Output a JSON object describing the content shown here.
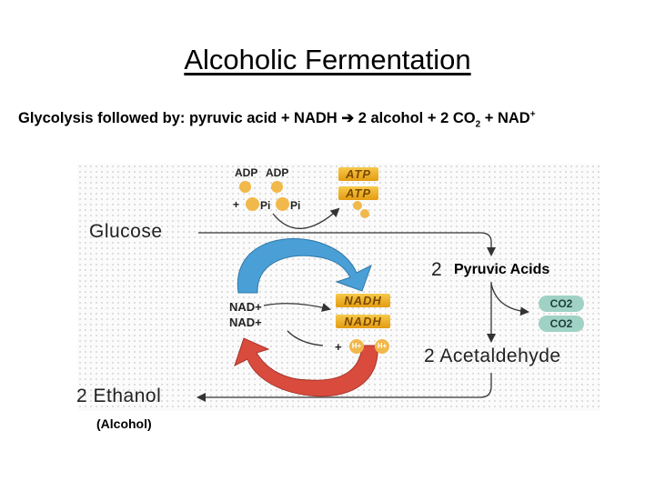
{
  "title": "Alcoholic Fermentation",
  "subtitle": {
    "part1": "Glycolysis followed by: pyruvic acid + NADH",
    "arrow": "➔",
    "part2": " 2 alcohol + 2 CO",
    "co2_sub": "2",
    "part3": " + NAD",
    "nad_sup": "+"
  },
  "diagram": {
    "adp1": "ADP",
    "adp2": "ADP",
    "plus_pi": "+",
    "pi": "Pi",
    "atp": "ATP",
    "glucose": "Glucose",
    "pyruvic_count": "2",
    "pyruvic_label": "Pyruvic Acids",
    "nad_plus": "NAD+",
    "nadh": "NADH",
    "co2": "CO2",
    "plus_h": "+",
    "h_plus": "H+",
    "acetaldehyde": "2 Acetaldehyde",
    "ethanol": "2 Ethanol",
    "alcohol_note": "(Alcohol)"
  },
  "colors": {
    "blue_arrow": "#4a9fd6",
    "red_arrow": "#d94c3d",
    "orange": "#f1b84a",
    "co2_teal": "#9fd2c4"
  }
}
